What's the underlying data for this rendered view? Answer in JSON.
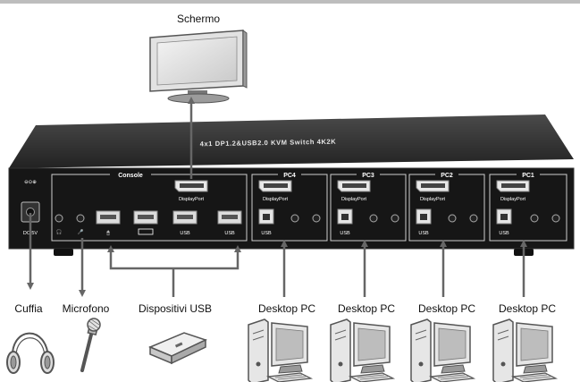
{
  "labels": {
    "monitor": "Schermo",
    "headphones": "Cuffia",
    "microphone": "Microfono",
    "usb_devices": "Dispositivi USB",
    "desktop_pc": "Desktop PC"
  },
  "device": {
    "title": "4x1 DP1.2&USB2.0 KVM Switch 4K2K",
    "power_label": "DC 5V",
    "console_label": "Console",
    "port_groups": [
      "PC4",
      "PC3",
      "PC2",
      "PC1"
    ],
    "displayport_label": "DisplayPort",
    "usb_label": "USB"
  },
  "colors": {
    "device_body": "#1a1a1a",
    "panel_line": "#cfcfcf",
    "arrow": "#666666",
    "top_rule": "#bdbdbd"
  }
}
